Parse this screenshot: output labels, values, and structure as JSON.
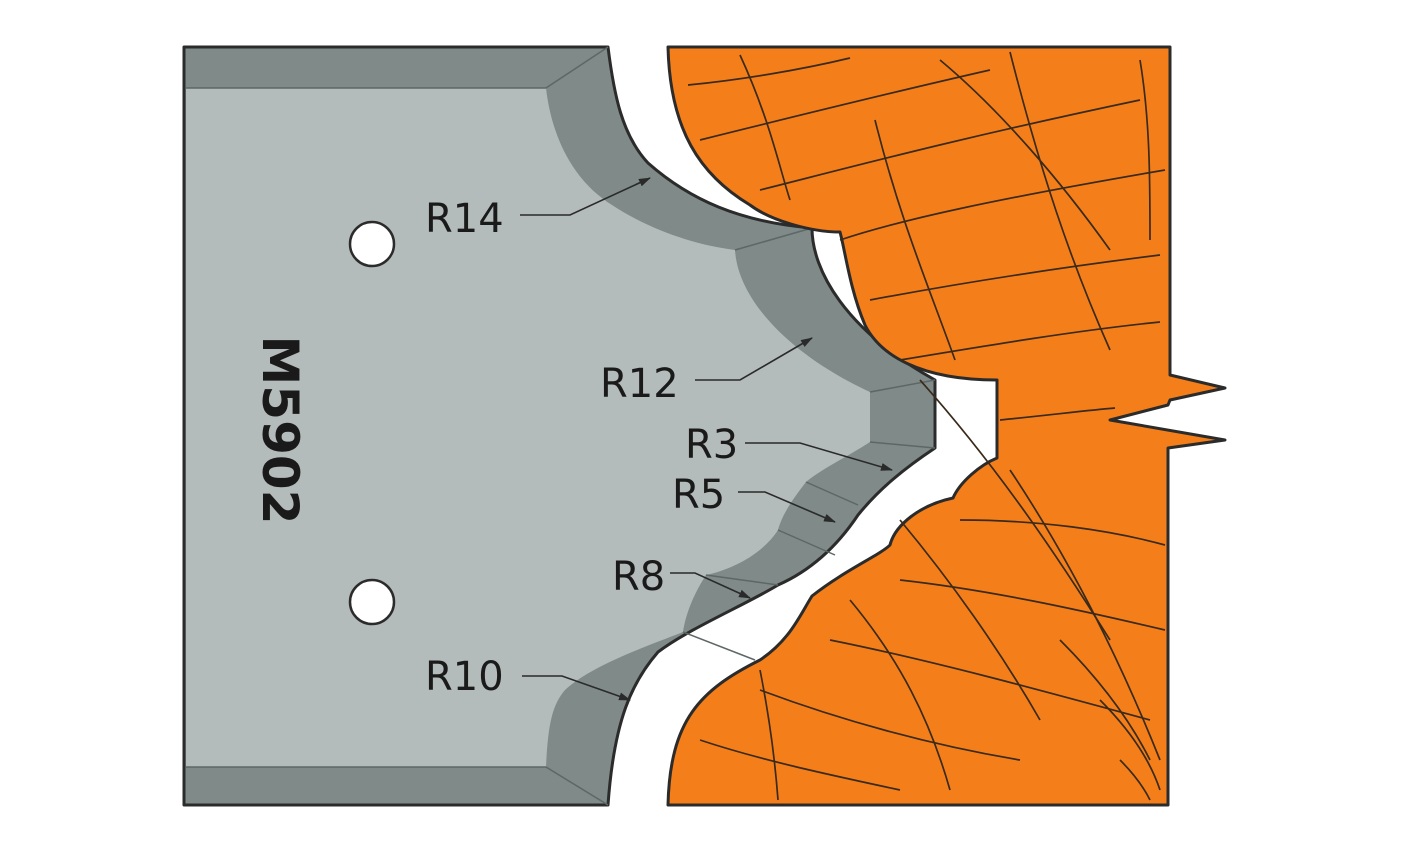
{
  "knife": {
    "model_code": "M5902",
    "colors": {
      "face": "#b4bcbb",
      "bevel": "#7f8a89",
      "outline": "#2b2b2b",
      "hole": "#ffffff"
    }
  },
  "workpiece": {
    "colors": {
      "wood": "#f47f1a",
      "outline": "#2b2b2b"
    }
  },
  "radius_labels": [
    {
      "id": "r14",
      "text": "R14"
    },
    {
      "id": "r12",
      "text": "R12"
    },
    {
      "id": "r3",
      "text": "R3"
    },
    {
      "id": "r5",
      "text": "R5"
    },
    {
      "id": "r8",
      "text": "R8"
    },
    {
      "id": "r10",
      "text": "R10"
    }
  ]
}
